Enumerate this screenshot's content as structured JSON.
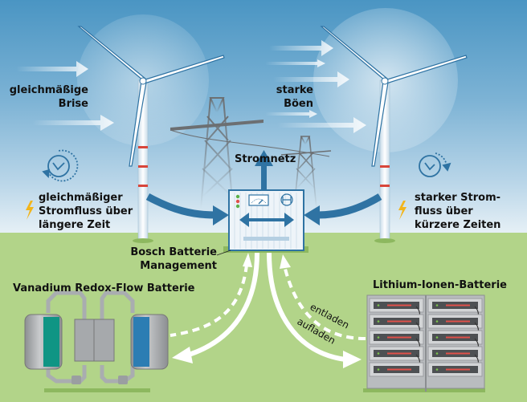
{
  "labels": {
    "left_wind": [
      "gleichmäßige",
      "Brise"
    ],
    "right_wind": [
      "starke",
      "Böen"
    ],
    "grid": "Stromnetz",
    "left_flow": [
      "gleichmäßiger",
      "Stromfluss über",
      "längere Zeit"
    ],
    "right_flow": [
      "starker Strom-",
      "fluss über",
      "kürzere Zeiten"
    ],
    "bms": [
      "Bosch Batterie",
      "Management"
    ],
    "flow_battery": "Vanadium Redox-Flow Batterie",
    "li_battery": "Lithium-Ionen-Batterie",
    "discharge": "entladen",
    "charge": "aufladen"
  },
  "icons": {
    "clock_left": "clock-counterclockwise-icon",
    "clock_right": "clock-clockwise-icon",
    "lightning": "lightning-bolt-icon",
    "bosch_logo": "bosch-armature-logo"
  },
  "colors": {
    "sky_top": "#4a95c3",
    "ground": "#b2d489",
    "arrow_blue": "#2f73a3",
    "tank_green": "#0f9584",
    "tank_blue": "#2c7db3",
    "led_red": "#e0504a",
    "lightning": "#f2b51c"
  }
}
